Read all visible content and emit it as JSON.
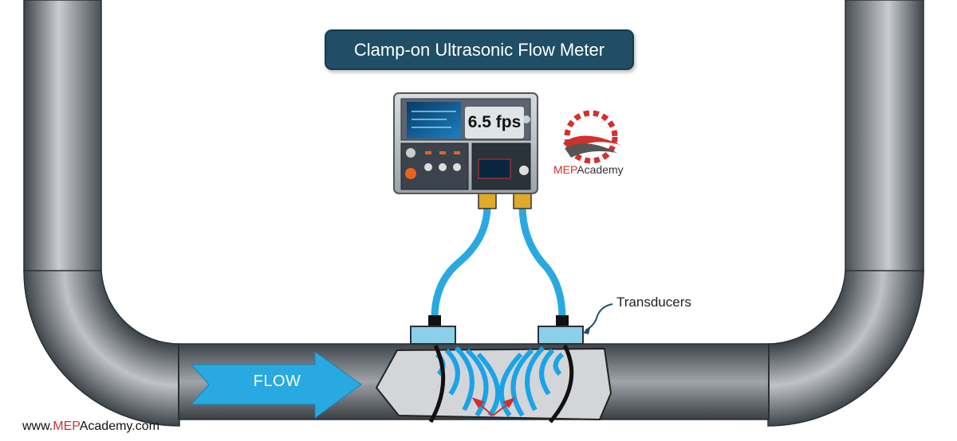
{
  "title": "Clamp-on Ultrasonic Flow Meter",
  "meter": {
    "reading": "6.5 fps"
  },
  "brand": {
    "prefix": "MEP",
    "suffix": "Academy"
  },
  "labels": {
    "transducers": "Transducers",
    "flow": "FLOW"
  },
  "footer": {
    "prefix": "www.",
    "accent": "MEP",
    "suffix": "Academy.com"
  },
  "colors": {
    "pipe": "#5a5f66",
    "pipe_highlight": "#c8ccd1",
    "cable": "#29a9e1",
    "title_bg": "#1f4e66",
    "accent_red": "#d0312d",
    "flow_arrow": "#29a9e1",
    "wave": "#1aa3e8"
  }
}
